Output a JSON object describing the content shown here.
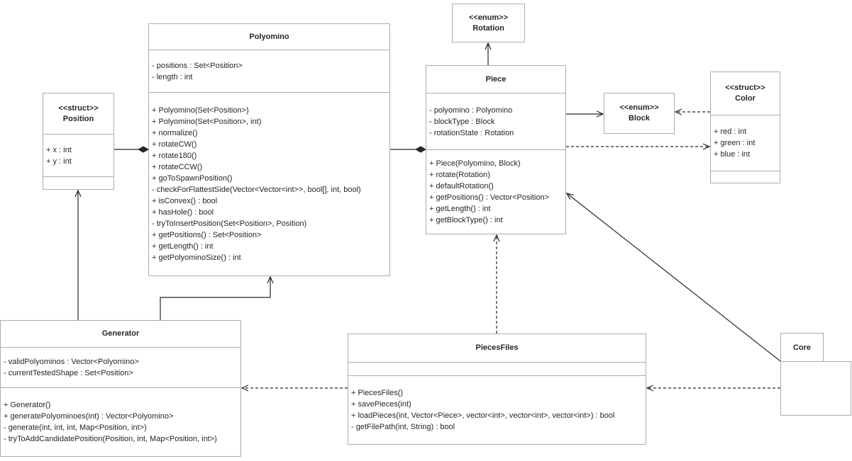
{
  "classes": {
    "position": {
      "stereotype": "<<struct>>",
      "name": "Position",
      "attributes": [
        "+ x : int",
        "+ y : int"
      ],
      "methods": []
    },
    "polyomino": {
      "name": "Polyomino",
      "attributes": [
        "- positions : Set<Position>",
        "- length : int"
      ],
      "methods": [
        "+ Polyomino(Set<Position>)",
        "+ Polyomino(Set<Position>, int)",
        "+ normalize()",
        "+ rotateCW()",
        "+ rotate180()",
        "+ rotateCCW()",
        "+ goToSpawnPosition()",
        "- checkForFlattestSide(Vector<Vector<int>>, bool[], int, bool)",
        "+ isConvex() : bool",
        "+ hasHole() : bool",
        "- tryToInsertPosition(Set<Position>, Position)",
        "+ getPositions() : Set<Position>",
        "+ getLength() : int",
        "+ getPolyominoSize() : int"
      ]
    },
    "rotation": {
      "stereotype": "<<enum>>",
      "name": "Rotation"
    },
    "piece": {
      "name": "Piece",
      "attributes": [
        "- polyomino : Polyomino",
        "- blockType : Block",
        "- rotationState : Rotation"
      ],
      "methods": [
        "+ Piece(Polyomino, Block)",
        "+ rotate(Rotation)",
        "+ defaultRotation()",
        "+ getPositions() : Vector<Position>",
        "+ getLength() : int",
        "+ getBlockType() : int"
      ]
    },
    "block": {
      "stereotype": "<<enum>>",
      "name": "Block"
    },
    "color": {
      "stereotype": "<<struct>>",
      "name": "Color",
      "attributes": [
        "+ red : int",
        "+ green : int",
        "+ blue : int"
      ],
      "methods": []
    },
    "generator": {
      "name": "Generator",
      "attributes": [
        "- validPolyominos : Vector<Polyomino>",
        "- currentTestedShape : Set<Position>"
      ],
      "methods": [
        "+ Generator()",
        "+ generatePolyominoes(int) : Vector<Polyomino>",
        "- generate(int, int, int, Map<Position, int>)",
        "- tryToAddCandidatePosition(Position, int, Map<Position, int>)"
      ]
    },
    "piecesfiles": {
      "name": "PiecesFiles",
      "attributes": [],
      "methods": [
        "+ PiecesFiles()",
        "+ savePieces(int)",
        "+ loadPieces(int, Vector<Piece>, vector<int>, vector<int>, vector<int>) : bool",
        "- getFilePath(int, String) : bool"
      ]
    },
    "core": {
      "name": "Core"
    }
  },
  "relations": [
    {
      "from": "Polyomino",
      "to": "Position",
      "type": "composition"
    },
    {
      "from": "Piece",
      "to": "Polyomino",
      "type": "composition"
    },
    {
      "from": "Piece",
      "to": "Block",
      "type": "directed-association"
    },
    {
      "from": "Piece",
      "to": "Rotation",
      "type": "directed-association"
    },
    {
      "from": "Color",
      "to": "Block",
      "type": "dependency"
    },
    {
      "from": "Piece",
      "to": "Color",
      "type": "dependency"
    },
    {
      "from": "PiecesFiles",
      "to": "Piece",
      "type": "dependency"
    },
    {
      "from": "Generator",
      "to": "Position",
      "type": "directed-association"
    },
    {
      "from": "Generator",
      "to": "Polyomino",
      "type": "directed-association"
    },
    {
      "from": "PiecesFiles",
      "to": "Generator",
      "type": "dependency"
    },
    {
      "from": "Core",
      "to": "PiecesFiles",
      "type": "dependency"
    },
    {
      "from": "Core",
      "to": "Piece",
      "type": "directed-association"
    }
  ],
  "colors": {
    "background": "#ffffff",
    "box_border": "#acacac",
    "text": "#262626",
    "edge_line": "#262626"
  }
}
